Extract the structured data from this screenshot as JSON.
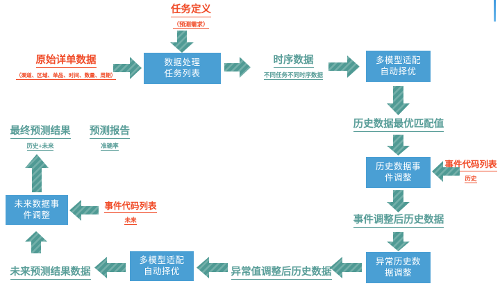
{
  "diagram": {
    "title_color_red": "#f04b28",
    "title_color_teal": "#5a9e99",
    "box_color": "#4a9fd4",
    "arrow_color": "#4f9a94"
  },
  "boxes": [
    {
      "id": "data-processing-task-list",
      "line1": "数据处理",
      "line2": "任务列表"
    },
    {
      "id": "multi-model-auto-select-top",
      "line1": "多模型适配",
      "line2": "自动择优"
    },
    {
      "id": "history-data-event-adjust",
      "line1": "历史数据事",
      "line2": "件调整"
    },
    {
      "id": "abnormal-history-data-adjust",
      "line1": "异常历史数",
      "line2": "据调整"
    },
    {
      "id": "multi-model-auto-select-bottom",
      "line1": "多模型适配",
      "line2": "自动择优"
    },
    {
      "id": "future-data-event-adjust",
      "line1": "未来数据事",
      "line2": "件调整"
    }
  ],
  "labels": {
    "task_definition": {
      "main": "任务定义",
      "sub": "（预测需求）"
    },
    "raw_detail_data": {
      "main": "原始详单数据",
      "sub": "（渠道、区域、单品、时间、数量、周期）"
    },
    "time_series_data": {
      "main": "时序数据",
      "sub": "不同任务不同时序数据"
    },
    "history_best_match": {
      "main": "历史数据最优匹配值",
      "sub": ""
    },
    "event_code_list_history": {
      "main": "事件代码列表",
      "sub": "历史"
    },
    "event_adjusted_history_data": {
      "main": "事件调整后历史数据",
      "sub": ""
    },
    "abnormal_adjusted_history_data": {
      "main": "异常值调整后历史数据",
      "sub": ""
    },
    "future_forecast_result_data": {
      "main": "未来预测结果数据",
      "sub": ""
    },
    "event_code_list_future": {
      "main": "事件代码列表",
      "sub": "未来"
    },
    "final_forecast_result": {
      "main": "最终预测结果",
      "sub": "历史+未来"
    },
    "forecast_report": {
      "main": "预测报告",
      "sub": "准确率"
    }
  },
  "arrows": [
    {
      "id": "arrow-task-definition-down",
      "direction": "down"
    },
    {
      "id": "arrow-raw-data-right",
      "direction": "right"
    },
    {
      "id": "arrow-task-list-right",
      "direction": "right"
    },
    {
      "id": "arrow-time-series-right",
      "direction": "right"
    },
    {
      "id": "arrow-model-select-down",
      "direction": "down"
    },
    {
      "id": "arrow-best-match-down",
      "direction": "down"
    },
    {
      "id": "arrow-event-code-history-left",
      "direction": "left"
    },
    {
      "id": "arrow-history-event-down",
      "direction": "down"
    },
    {
      "id": "arrow-event-adjusted-down",
      "direction": "down"
    },
    {
      "id": "arrow-abnormal-box-left",
      "direction": "left"
    },
    {
      "id": "arrow-abnormal-data-left",
      "direction": "left"
    },
    {
      "id": "arrow-model-select-bottom-left",
      "direction": "left"
    },
    {
      "id": "arrow-future-result-up",
      "direction": "up"
    },
    {
      "id": "arrow-event-code-future-left",
      "direction": "left"
    },
    {
      "id": "arrow-future-event-up",
      "direction": "up"
    }
  ]
}
